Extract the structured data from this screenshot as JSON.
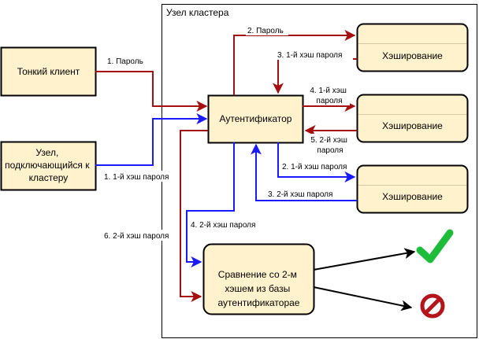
{
  "cluster": {
    "title": "Узел кластера"
  },
  "boxes": {
    "thin_client": "Тонкий клиент",
    "joining_node": [
      "Узел,",
      "подключающийся к",
      "кластеру"
    ],
    "authenticator": "Аутентификатор",
    "hash1": "Хэширование",
    "hash2": "Хэширование",
    "hash3": "Хэширование",
    "compare": [
      "Сравнение со 2-м",
      "хэшем из базы",
      "аутентификаторае"
    ]
  },
  "edges": {
    "e1": "1. Пароль",
    "e1b": "1. 1-й хэш пароля",
    "e2": "2. Пароль",
    "e3": "3. 1-й хэш пароля",
    "e4": [
      "4. 1-й хэш",
      "пароля"
    ],
    "e5": [
      "5. 2-й хэш",
      "пароля"
    ],
    "e2b": "2. 1-й хэш пароля",
    "e3b": "3. 2-й хэш пароля",
    "e4b": "4. 2-й хэш пароля",
    "e6": "6. 2-й хэш пароля"
  },
  "outcomes": {
    "success": "check-icon",
    "failure": "prohibited-icon"
  },
  "colors": {
    "box_fill": "#fff2cc",
    "box_stroke": "#000000",
    "red_arrow": "#a50f0f",
    "blue_arrow": "#1a1aff",
    "check": "#1dbd3a",
    "prohibit": "#b3151b"
  }
}
